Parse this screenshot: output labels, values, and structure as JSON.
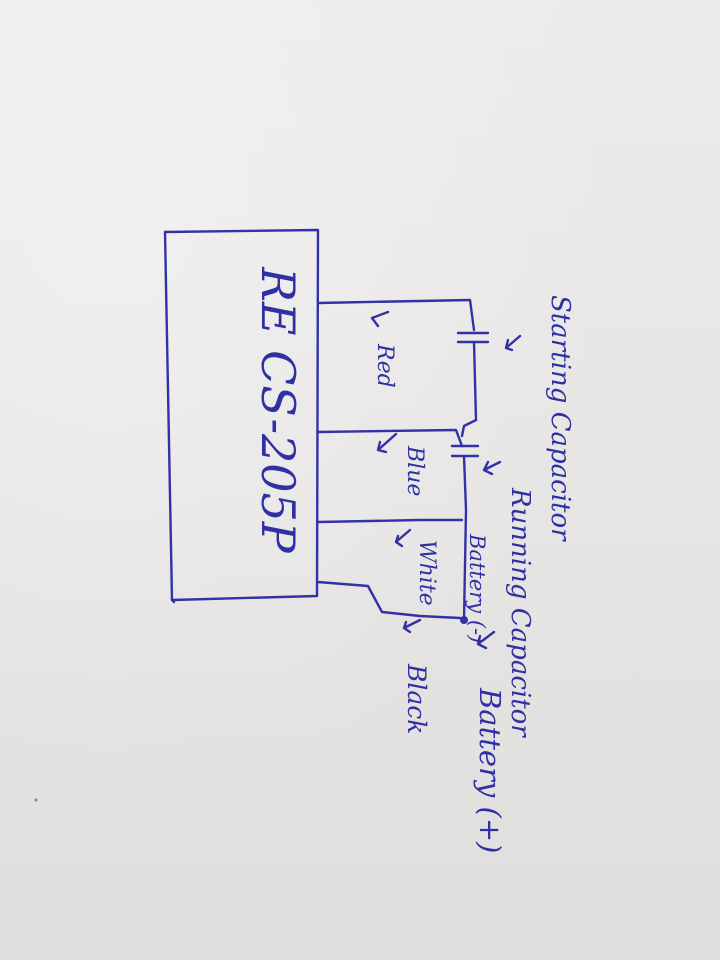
{
  "diagram": {
    "device_label": "RE CS-205P",
    "labels": {
      "starting_capacitor": "Starting Capacitor",
      "running_capacitor": "Running Capacitor",
      "battery_neg": "Battery (-)",
      "battery_pos": "Battery (+)",
      "black": "Black",
      "white": "White",
      "blue": "Blue",
      "red": "Red"
    }
  },
  "colors": {
    "ink": "#3232a6",
    "paper": "#e7e6e4"
  }
}
